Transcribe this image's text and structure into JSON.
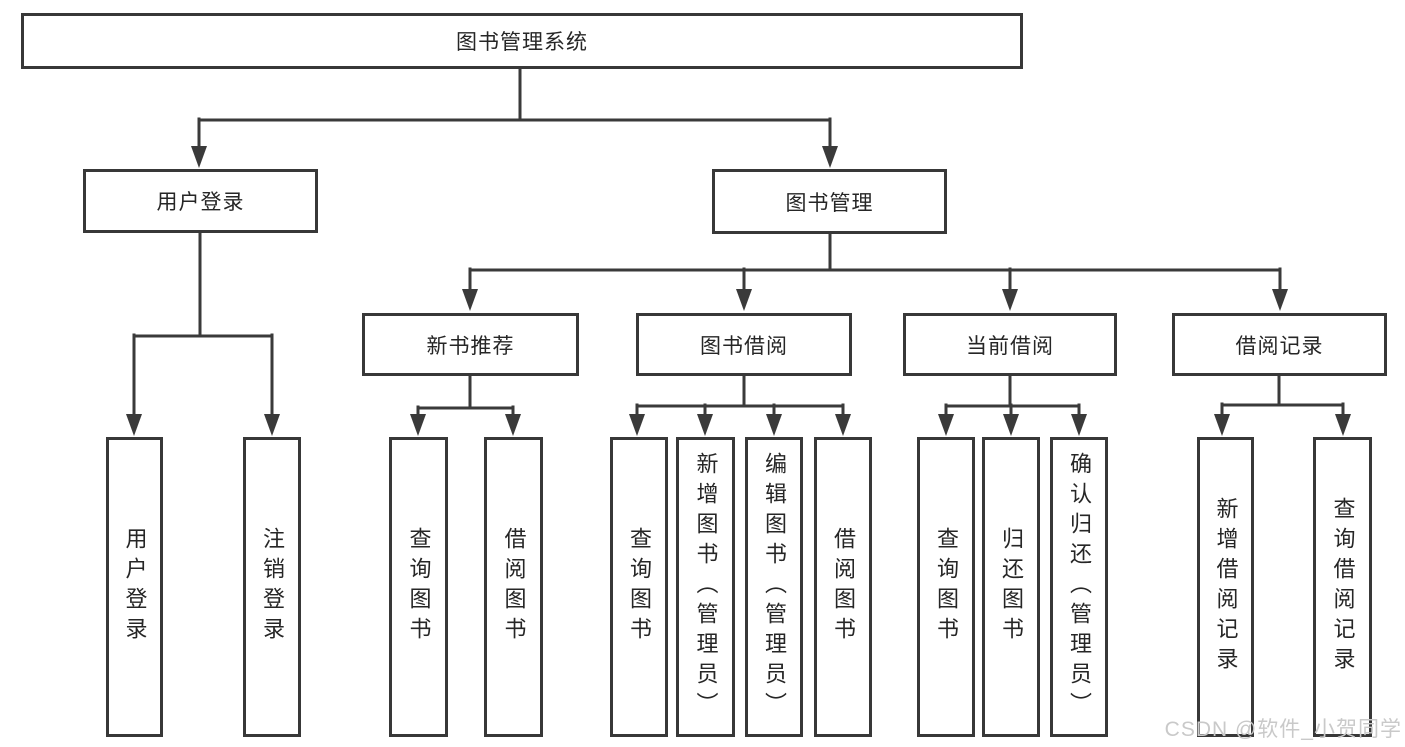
{
  "diagram": {
    "title": "图书管理系统",
    "colors": {
      "background": "#ffffff",
      "line": "#3a3a3a",
      "box_border": "#383838",
      "text": "#262626",
      "watermark": "#c9c9c9"
    },
    "watermark": "CSDN @软件_小贺同学",
    "nodes": {
      "root": {
        "label": "图书管理系统"
      },
      "user_login": {
        "label": "用户登录"
      },
      "book_management": {
        "label": "图书管理"
      },
      "new_book_recommend": {
        "label": "新书推荐"
      },
      "book_borrow": {
        "label": "图书借阅"
      },
      "current_borrow": {
        "label": "当前借阅"
      },
      "borrow_records": {
        "label": "借阅记录"
      },
      "login_user_login": {
        "label": "用户登录"
      },
      "login_logout": {
        "label": "注销登录"
      },
      "recommend_query_book": {
        "label": "查询图书"
      },
      "recommend_borrow_book": {
        "label": "借阅图书"
      },
      "borrow_query_book": {
        "label": "查询图书"
      },
      "borrow_add_book": {
        "label": "新增图书（管理员）"
      },
      "borrow_edit_book": {
        "label": "编辑图书（管理员）"
      },
      "borrow_borrow_book": {
        "label": "借阅图书"
      },
      "current_query_book": {
        "label": "查询图书"
      },
      "current_return_book": {
        "label": "归还图书"
      },
      "current_confirm_return": {
        "label": "确认归还（管理员）"
      },
      "records_add_record": {
        "label": "新增借阅记录"
      },
      "records_query_record": {
        "label": "查询借阅记录"
      }
    }
  }
}
